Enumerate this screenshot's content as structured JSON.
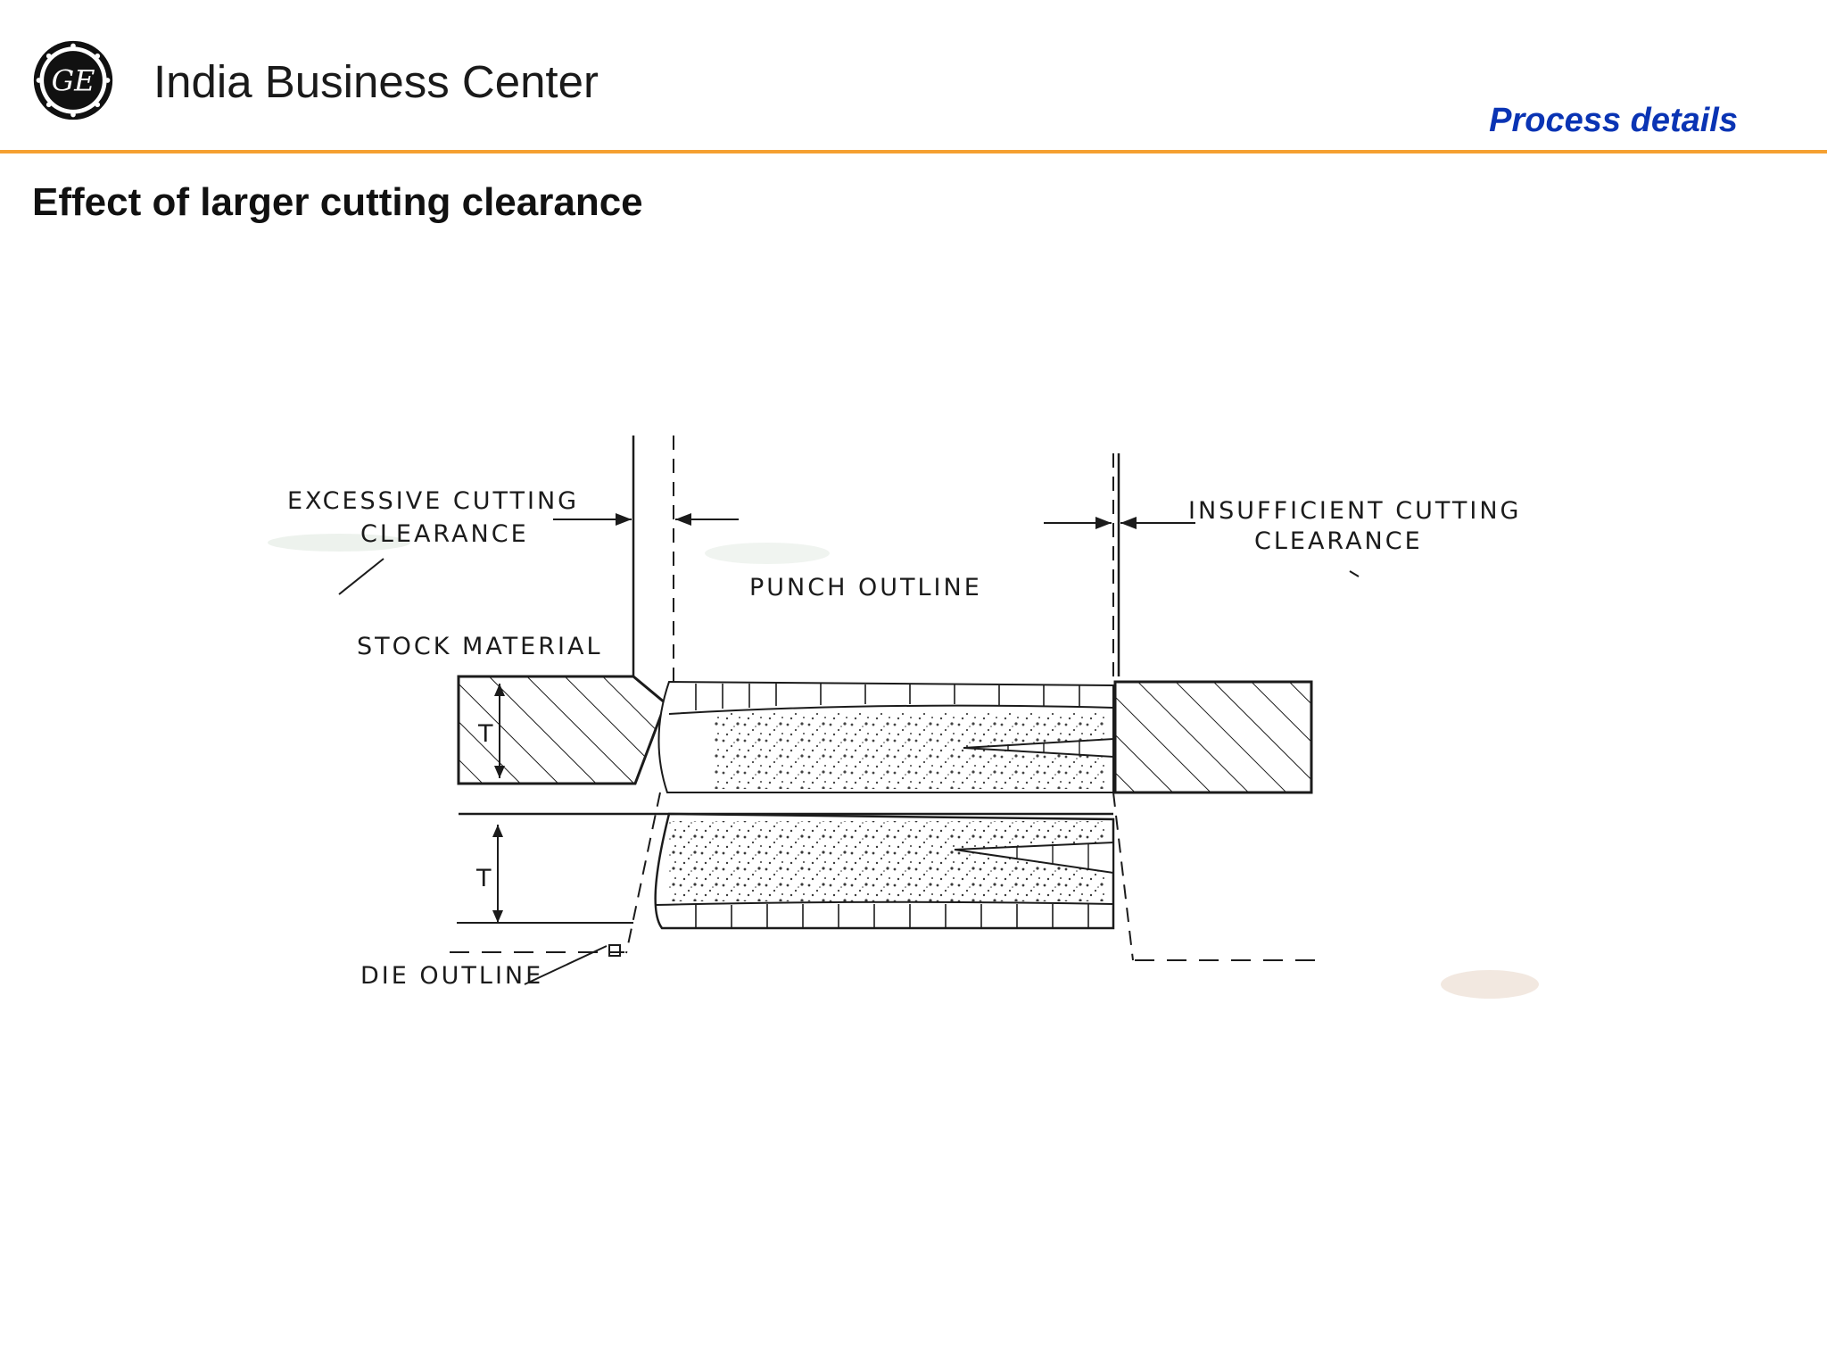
{
  "header": {
    "company": "India Business Center",
    "section": "Process details",
    "logo_text": "GE",
    "rule_color": "#f5a031",
    "section_color": "#0a34b4"
  },
  "slide": {
    "title": "Effect of larger cutting clearance"
  },
  "diagram": {
    "labels": {
      "excessive_1": "EXCESSIVE CUTTING",
      "excessive_2": "CLEARANCE",
      "insufficient_1": "INSUFFICIENT CUTTING",
      "insufficient_2": "CLEARANCE",
      "punch_outline": "PUNCH OUTLINE",
      "stock_material": "STOCK MATERIAL",
      "die_outline": "DIE OUTLINE",
      "thickness_top": "T",
      "thickness_bottom": "T"
    }
  }
}
